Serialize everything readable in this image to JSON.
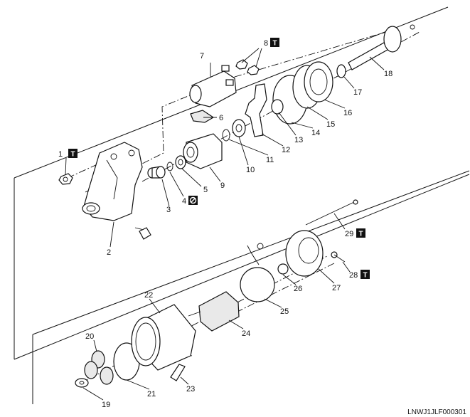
{
  "callouts": [
    {
      "n": "1",
      "torque": true
    },
    {
      "n": "2",
      "torque": false
    },
    {
      "n": "3",
      "torque": false
    },
    {
      "n": "4",
      "torque": false,
      "no_reuse": true
    },
    {
      "n": "5",
      "torque": false
    },
    {
      "n": "6",
      "torque": false
    },
    {
      "n": "7",
      "torque": false
    },
    {
      "n": "8",
      "torque": true
    },
    {
      "n": "9",
      "torque": false
    },
    {
      "n": "10",
      "torque": false
    },
    {
      "n": "11",
      "torque": false
    },
    {
      "n": "12",
      "torque": false
    },
    {
      "n": "13",
      "torque": false
    },
    {
      "n": "14",
      "torque": false
    },
    {
      "n": "15",
      "torque": false
    },
    {
      "n": "16",
      "torque": false
    },
    {
      "n": "17",
      "torque": false
    },
    {
      "n": "18",
      "torque": false
    },
    {
      "n": "19",
      "torque": false
    },
    {
      "n": "20",
      "torque": false
    },
    {
      "n": "21",
      "torque": false
    },
    {
      "n": "22",
      "torque": false
    },
    {
      "n": "23",
      "torque": false
    },
    {
      "n": "24",
      "torque": false
    },
    {
      "n": "25",
      "torque": false
    },
    {
      "n": "26",
      "torque": false
    },
    {
      "n": "27",
      "torque": false
    },
    {
      "n": "28",
      "torque": true
    },
    {
      "n": "29",
      "torque": true
    }
  ],
  "icons": {
    "torque": "torque-wrench-icon",
    "no_reuse": "do-not-reuse-icon"
  },
  "figure_code": "LNWJ1JLF000301"
}
